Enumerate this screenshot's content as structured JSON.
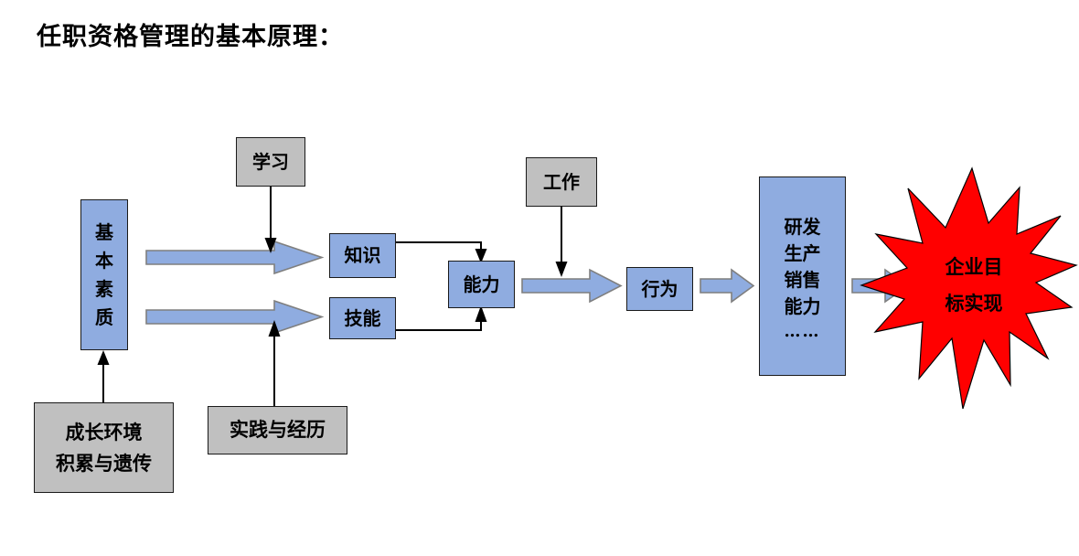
{
  "page": {
    "title": "任职资格管理的基本原理：",
    "background_color": "#FFFFFF"
  },
  "palette": {
    "blue_fill": "#8FACE0",
    "gray_fill": "#C0C0C0",
    "star_fill": "#FF0000",
    "outline": "#1A1A1A",
    "arrow_outline": "#808080",
    "text": "#000000"
  },
  "diagram": {
    "type": "flow-diagram",
    "nodes": {
      "basic_quality": {
        "label": "基本素质",
        "chars": [
          "基",
          "本",
          "素",
          "质"
        ],
        "shape": "vertical-rect",
        "fill": "blue"
      },
      "growth_env": {
        "lines": [
          "成长环境",
          "积累与遗传"
        ],
        "shape": "rect",
        "fill": "gray"
      },
      "practice_exp": {
        "label": "实践与经历",
        "shape": "rect",
        "fill": "gray"
      },
      "study": {
        "label": "学习",
        "shape": "rect",
        "fill": "gray"
      },
      "work": {
        "label": "工作",
        "shape": "rect",
        "fill": "gray"
      },
      "knowledge": {
        "label": "知识",
        "shape": "rect",
        "fill": "blue"
      },
      "skill": {
        "label": "技能",
        "shape": "rect",
        "fill": "blue"
      },
      "ability": {
        "label": "能力",
        "shape": "rect",
        "fill": "blue"
      },
      "behavior": {
        "label": "行为",
        "shape": "rect",
        "fill": "blue"
      },
      "capabilities": {
        "lines": [
          "研发",
          "生产",
          "销售",
          "能力"
        ],
        "ellipsis": "……",
        "shape": "vertical-rect",
        "fill": "blue"
      },
      "goal": {
        "lines": [
          "企业目",
          "标实现"
        ],
        "shape": "explosion-star",
        "fill": "red"
      }
    },
    "connections": [
      {
        "from": "growth_env",
        "to": "basic_quality",
        "style": "thin-arrow-up"
      },
      {
        "from": "basic_quality",
        "to": "knowledge",
        "style": "block-arrow-right"
      },
      {
        "from": "basic_quality",
        "to": "skill",
        "style": "block-arrow-right"
      },
      {
        "from": "study",
        "to": "knowledge-arrow",
        "style": "thin-arrow-down"
      },
      {
        "from": "practice_exp",
        "to": "skill-arrow",
        "style": "thin-arrow-up"
      },
      {
        "from": "knowledge",
        "to": "ability",
        "style": "elbow-arrow-down"
      },
      {
        "from": "skill",
        "to": "ability",
        "style": "elbow-arrow-up"
      },
      {
        "from": "work",
        "to": "ability-behavior-arrow",
        "style": "thin-arrow-down"
      },
      {
        "from": "ability",
        "to": "behavior",
        "style": "block-arrow-right"
      },
      {
        "from": "behavior",
        "to": "capabilities",
        "style": "block-arrow-right"
      },
      {
        "from": "capabilities",
        "to": "goal",
        "style": "block-arrow-right"
      }
    ]
  }
}
